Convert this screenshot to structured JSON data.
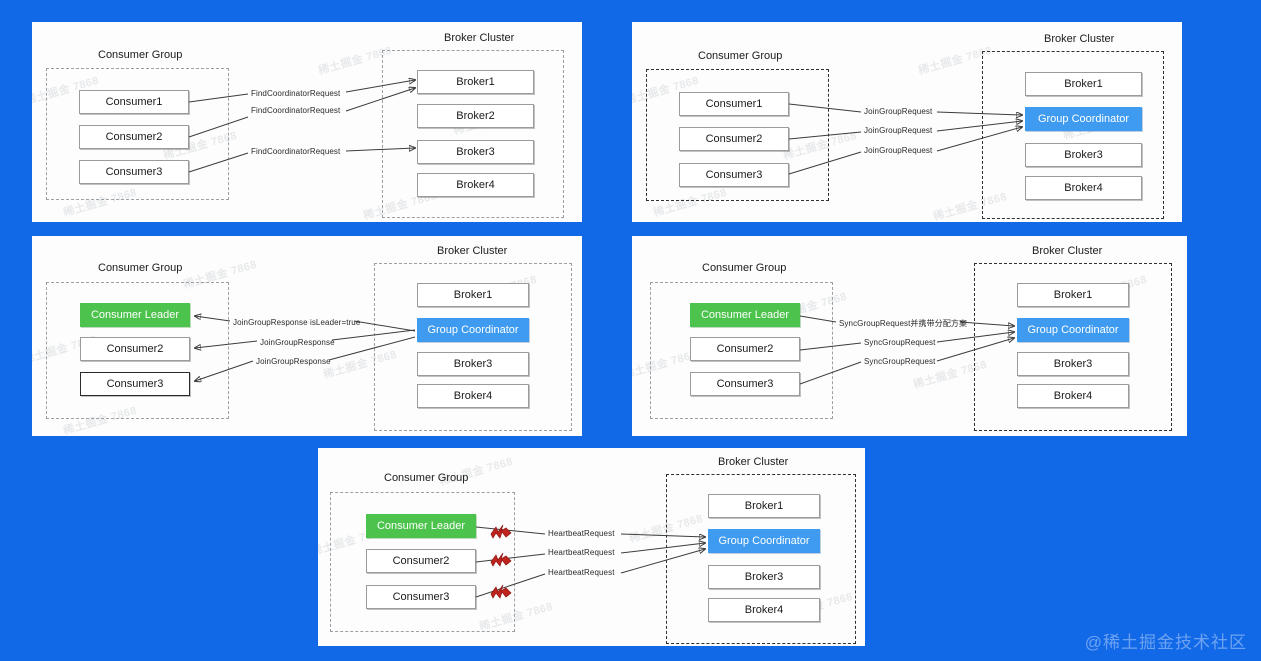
{
  "meta": {
    "background_color": "#1269e8",
    "panel_background": "#fdfdfd",
    "coordinator_color": "#3e9bf0",
    "leader_color": "#4cc34c",
    "brand_watermark": "@稀土掘金技术社区",
    "tile_watermark": "稀土掘金 7868"
  },
  "labels": {
    "consumer_group": "Consumer Group",
    "broker_cluster": "Broker Cluster"
  },
  "panels": [
    {
      "id": "find-coordinator",
      "consumers": [
        "Consumer1",
        "Consumer2",
        "Consumer3"
      ],
      "brokers": [
        "Broker1",
        "Broker2",
        "Broker3",
        "Broker4"
      ],
      "messages": [
        "FindCoordinatorRequest",
        "FindCoordinatorRequest",
        "FindCoordinatorRequest"
      ]
    },
    {
      "id": "join-group-request",
      "consumers": [
        "Consumer1",
        "Consumer2",
        "Consumer3"
      ],
      "brokers": [
        "Broker1",
        "Group Coordinator",
        "Broker3",
        "Broker4"
      ],
      "messages": [
        "JoinGroupRequest",
        "JoinGroupRequest",
        "JoinGroupRequest"
      ]
    },
    {
      "id": "join-group-response",
      "consumers": [
        "Consumer Leader",
        "Consumer2",
        "Consumer3"
      ],
      "brokers": [
        "Broker1",
        "Group Coordinator",
        "Broker3",
        "Broker4"
      ],
      "messages": [
        "JoinGroupResponse isLeader=true",
        "JoinGroupResponse",
        "JoinGroupResponse"
      ]
    },
    {
      "id": "sync-group-request",
      "consumers": [
        "Consumer Leader",
        "Consumer2",
        "Consumer3"
      ],
      "brokers": [
        "Broker1",
        "Group Coordinator",
        "Broker3",
        "Broker4"
      ],
      "messages": [
        "SyncGroupRequest并携带分配方案",
        "SyncGroupRequest",
        "SyncGroupRequest"
      ]
    },
    {
      "id": "heartbeat-request",
      "consumers": [
        "Consumer Leader",
        "Consumer2",
        "Consumer3"
      ],
      "brokers": [
        "Broker1",
        "Group Coordinator",
        "Broker3",
        "Broker4"
      ],
      "messages": [
        "HeartbeatRequest",
        "HeartbeatRequest",
        "HeartbeatRequest"
      ]
    }
  ]
}
